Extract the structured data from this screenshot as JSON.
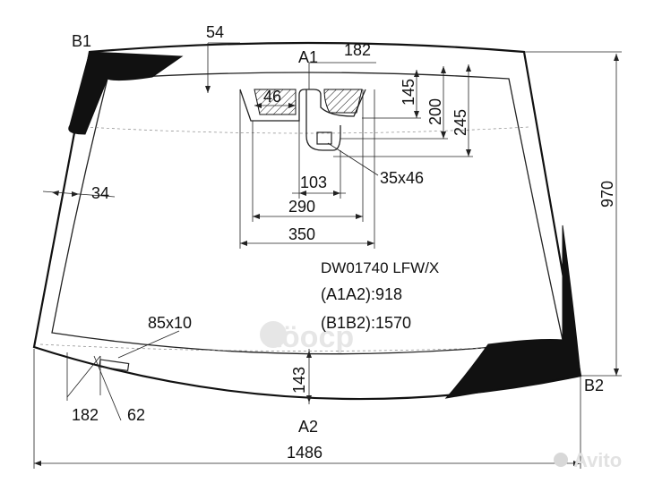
{
  "labels": {
    "b1": "B1",
    "a1": "A1",
    "a2": "A2",
    "b2": "B2"
  },
  "dimensions": {
    "d54": "54",
    "d182_top": "182",
    "d145": "145",
    "d200": "200",
    "d245": "245",
    "d46": "46",
    "d34": "34",
    "d103": "103",
    "d35x46": "35x46",
    "d290": "290",
    "d350": "350",
    "d970": "970",
    "d85x10": "85x10",
    "d143": "143",
    "d182_bottom": "182",
    "d62": "62",
    "d1486": "1486"
  },
  "info": {
    "part_code": "DW01740 LFW/X",
    "a1a2": "(A1A2):918",
    "b1b2": "(B1B2):1570"
  },
  "watermarks": {
    "center": "aöocp",
    "corner": "Avito"
  }
}
